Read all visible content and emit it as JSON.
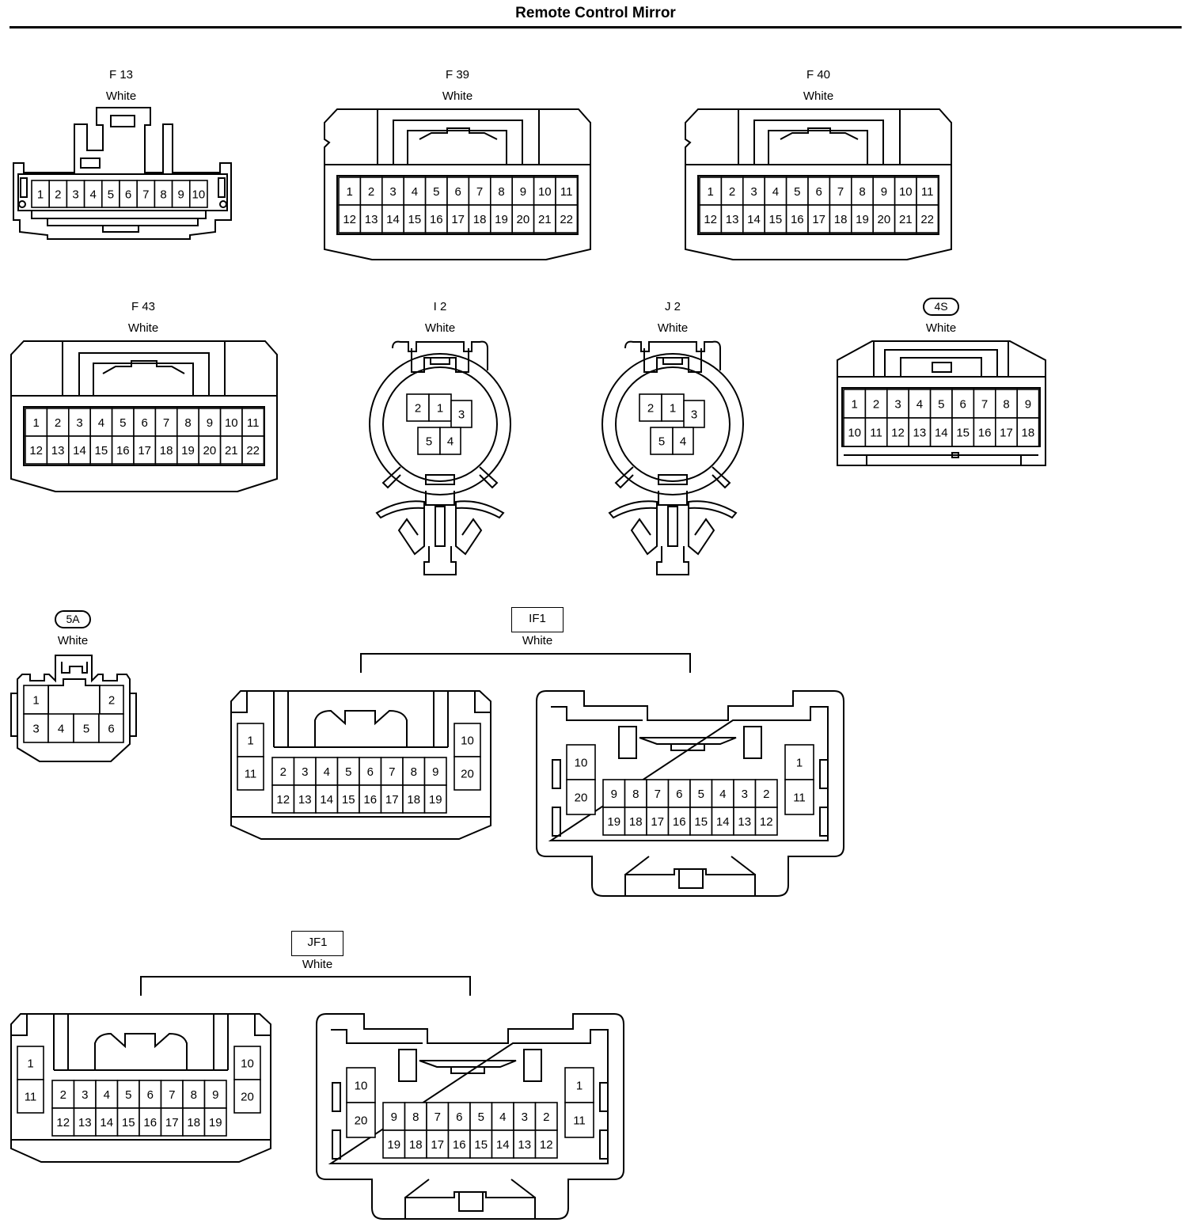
{
  "page": {
    "title": "Remote Control Mirror"
  },
  "connectors": {
    "f13": {
      "code": "F 13",
      "color": "White",
      "pins": [
        "1",
        "2",
        "3",
        "4",
        "5",
        "6",
        "7",
        "8",
        "9",
        "10"
      ]
    },
    "f39": {
      "code": "F 39",
      "color": "White",
      "pins": [
        "1",
        "2",
        "3",
        "4",
        "5",
        "6",
        "7",
        "8",
        "9",
        "10",
        "11",
        "12",
        "13",
        "14",
        "15",
        "16",
        "17",
        "18",
        "19",
        "20",
        "21",
        "22"
      ]
    },
    "f40": {
      "code": "F 40",
      "color": "White",
      "pins": [
        "1",
        "2",
        "3",
        "4",
        "5",
        "6",
        "7",
        "8",
        "9",
        "10",
        "11",
        "12",
        "13",
        "14",
        "15",
        "16",
        "17",
        "18",
        "19",
        "20",
        "21",
        "22"
      ]
    },
    "f43": {
      "code": "F 43",
      "color": "White",
      "pins": [
        "1",
        "2",
        "3",
        "4",
        "5",
        "6",
        "7",
        "8",
        "9",
        "10",
        "11",
        "12",
        "13",
        "14",
        "15",
        "16",
        "17",
        "18",
        "19",
        "20",
        "21",
        "22"
      ]
    },
    "i2": {
      "code": "I 2",
      "color": "White",
      "pins": [
        "2",
        "1",
        "3",
        "5",
        "4"
      ]
    },
    "j2": {
      "code": "J 2",
      "color": "White",
      "pins": [
        "2",
        "1",
        "3",
        "5",
        "4"
      ]
    },
    "c4s": {
      "code": "4S",
      "color": "White",
      "pins": [
        "1",
        "2",
        "3",
        "4",
        "5",
        "6",
        "7",
        "8",
        "9",
        "10",
        "11",
        "12",
        "13",
        "14",
        "15",
        "16",
        "17",
        "18"
      ]
    },
    "c5a": {
      "code": "5A",
      "color": "White",
      "pins": [
        "1",
        "2",
        "3",
        "4",
        "5",
        "6"
      ]
    },
    "if1": {
      "code": "IF1",
      "color": "White",
      "left": {
        "side_pins": [
          "1",
          "11",
          "10",
          "20"
        ],
        "pins": [
          "2",
          "3",
          "4",
          "5",
          "6",
          "7",
          "8",
          "9",
          "12",
          "13",
          "14",
          "15",
          "16",
          "17",
          "18",
          "19"
        ]
      },
      "right": {
        "side_pins": [
          "10",
          "20",
          "1",
          "11"
        ],
        "pins": [
          "9",
          "8",
          "7",
          "6",
          "5",
          "4",
          "3",
          "2",
          "19",
          "18",
          "17",
          "16",
          "15",
          "14",
          "13",
          "12"
        ]
      }
    },
    "jf1": {
      "code": "JF1",
      "color": "White",
      "left": {
        "side_pins": [
          "1",
          "11",
          "10",
          "20"
        ],
        "pins": [
          "2",
          "3",
          "4",
          "5",
          "6",
          "7",
          "8",
          "9",
          "12",
          "13",
          "14",
          "15",
          "16",
          "17",
          "18",
          "19"
        ]
      },
      "right": {
        "side_pins": [
          "10",
          "20",
          "1",
          "11"
        ],
        "pins": [
          "9",
          "8",
          "7",
          "6",
          "5",
          "4",
          "3",
          "2",
          "19",
          "18",
          "17",
          "16",
          "15",
          "14",
          "13",
          "12"
        ]
      }
    }
  }
}
